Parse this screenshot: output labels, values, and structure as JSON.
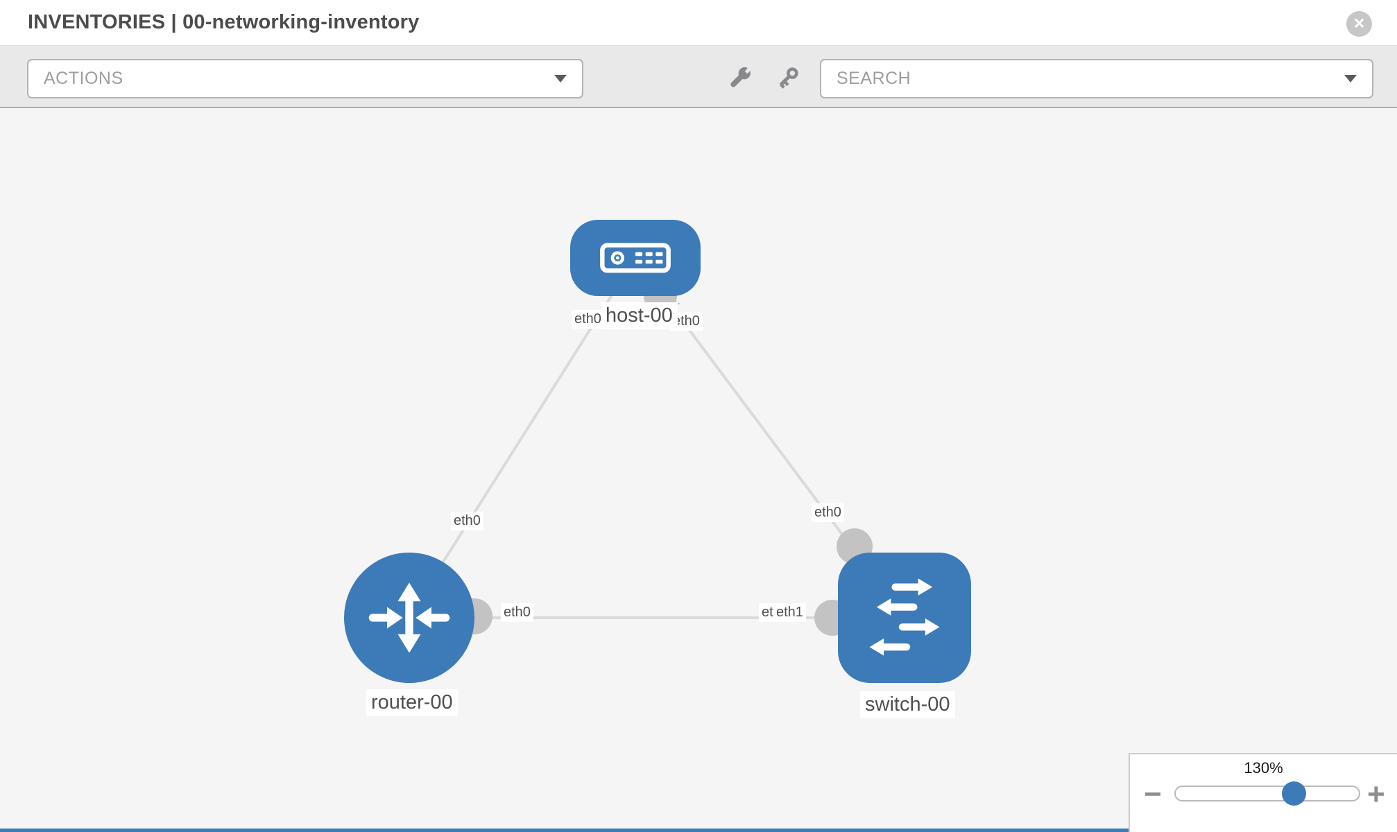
{
  "header": {
    "title": "INVENTORIES | 00-networking-inventory",
    "close_glyph": "✕"
  },
  "toolbar": {
    "actions_label": "ACTIONS",
    "search_label": "SEARCH",
    "icons": [
      "wrench-icon",
      "key-icon"
    ]
  },
  "diagram": {
    "nodes": [
      {
        "id": "host-00",
        "type": "host",
        "label": "host-00"
      },
      {
        "id": "router-00",
        "type": "router",
        "label": "router-00"
      },
      {
        "id": "switch-00",
        "type": "switch",
        "label": "switch-00"
      }
    ],
    "links": [
      {
        "from": "host-00",
        "from_port": "eth0",
        "to": "router-00",
        "to_port": "eth0"
      },
      {
        "from": "host-00",
        "from_port": "eth0",
        "to": "switch-00",
        "to_port": "eth0"
      },
      {
        "from": "router-00",
        "from_port": "eth0",
        "to": "switch-00",
        "to_port": "eth1"
      }
    ],
    "port_labels": [
      {
        "text": "eth0"
      },
      {
        "text": "eth0"
      },
      {
        "text": "eth0"
      },
      {
        "text": "eth0"
      },
      {
        "text": "eth0"
      },
      {
        "text": "eth0"
      },
      {
        "text": "eth1"
      }
    ],
    "colors": {
      "node_blue": "#3d7bb8",
      "link_gray": "#dadada",
      "port_dot_gray": "#c3c3c3"
    }
  },
  "zoom_control": {
    "value": "130%",
    "zoom_out_glyph": "−",
    "zoom_in_glyph": "+"
  }
}
